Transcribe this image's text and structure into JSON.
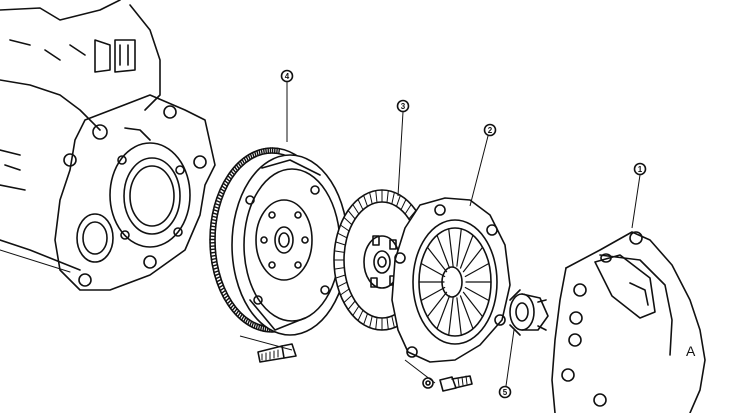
{
  "callouts": [
    {
      "id": "1",
      "label": "1"
    },
    {
      "id": "2",
      "label": "2"
    },
    {
      "id": "3",
      "label": "3"
    },
    {
      "id": "4",
      "label": "4"
    },
    {
      "id": "5",
      "label": "5"
    }
  ],
  "housing_mark": "A",
  "colors": {
    "line": "#111111",
    "background": "#ffffff"
  }
}
